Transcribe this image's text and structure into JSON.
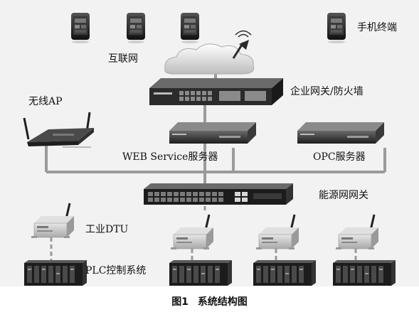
{
  "labels": {
    "phone_terminal": "手机终端",
    "internet": "互联网",
    "enterprise_gateway": "企业网关/防火墙",
    "wireless_ap": "无线AP",
    "web_service_server": "WEB Service服务器",
    "opc_server": "OPC服务器",
    "energy_gateway": "能源网网关",
    "industrial_dtu": "工业DTU",
    "plc_system": "PLC控制系统"
  },
  "caption": {
    "number": "图1",
    "title": "系统结构图"
  },
  "icons": {
    "phone": "smartphone-icon",
    "cloud": "cloud-icon",
    "firewall": "firewall-icon",
    "router": "wireless-router-icon",
    "server": "rack-server-icon",
    "switch": "network-switch-icon",
    "dtu": "dtu-modem-icon",
    "plc": "plc-rack-icon"
  },
  "colors": {
    "background": "#f2f2f2",
    "line": "#9a9a9a",
    "device_dark": "#2a2a2a",
    "device_light": "#cfcfcf"
  }
}
